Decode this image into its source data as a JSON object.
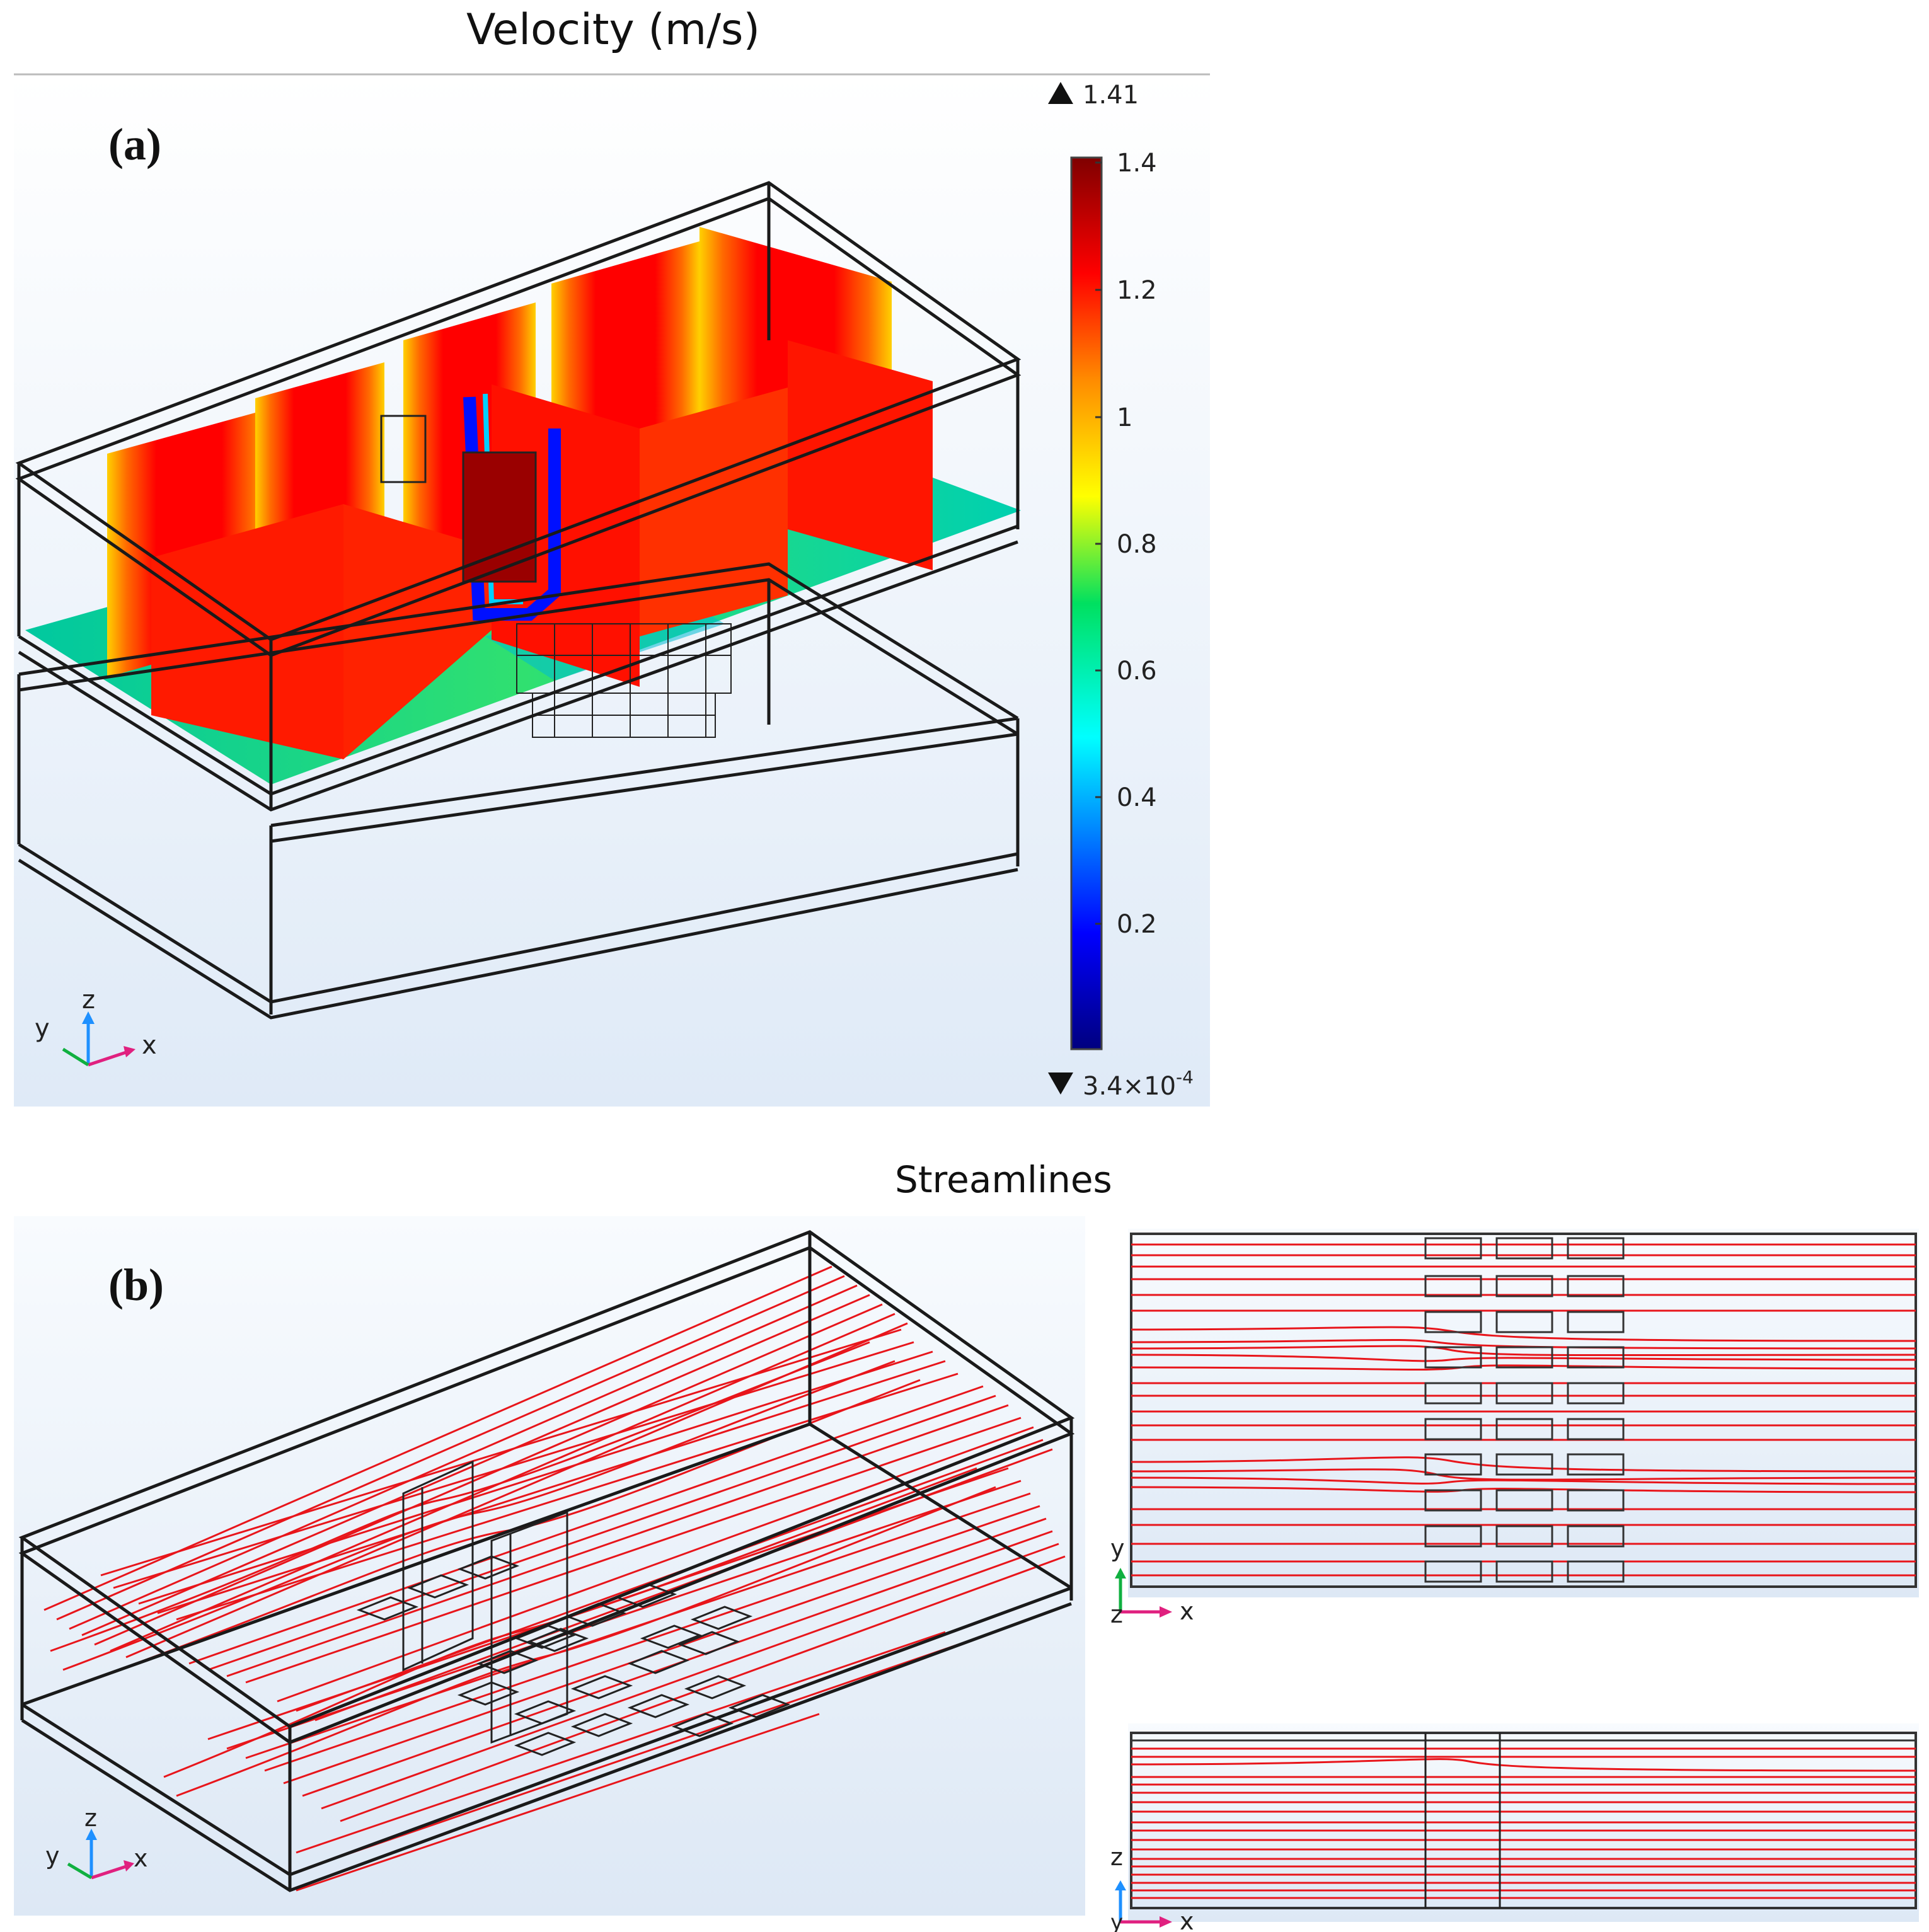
{
  "panel_a": {
    "title": "Velocity (m/s)",
    "label": "(a)",
    "max_marker": "1.41",
    "min_marker_mantissa": "3.4×10",
    "min_marker_exponent": "-4",
    "colorbar_ticks": [
      "1.4",
      "1.2",
      "1",
      "0.8",
      "0.6",
      "0.4",
      "0.2"
    ],
    "colorbar_colors": [
      "#000080",
      "#0000ff",
      "#00ffff",
      "#00ff00",
      "#ffff00",
      "#ff7f00",
      "#ff0000",
      "#800000"
    ],
    "axis_labels": {
      "x": "x",
      "y": "y",
      "z": "z"
    }
  },
  "panel_b": {
    "title": "Streamlines",
    "label": "(b)",
    "streamline_color": "#e8151b",
    "axis_labels": {
      "x": "x",
      "y": "y",
      "z": "z"
    },
    "top_view_axes": {
      "h": "x",
      "v": "y",
      "n": "z"
    },
    "side_view_axes": {
      "h": "x",
      "v": "z",
      "n": "y"
    }
  }
}
